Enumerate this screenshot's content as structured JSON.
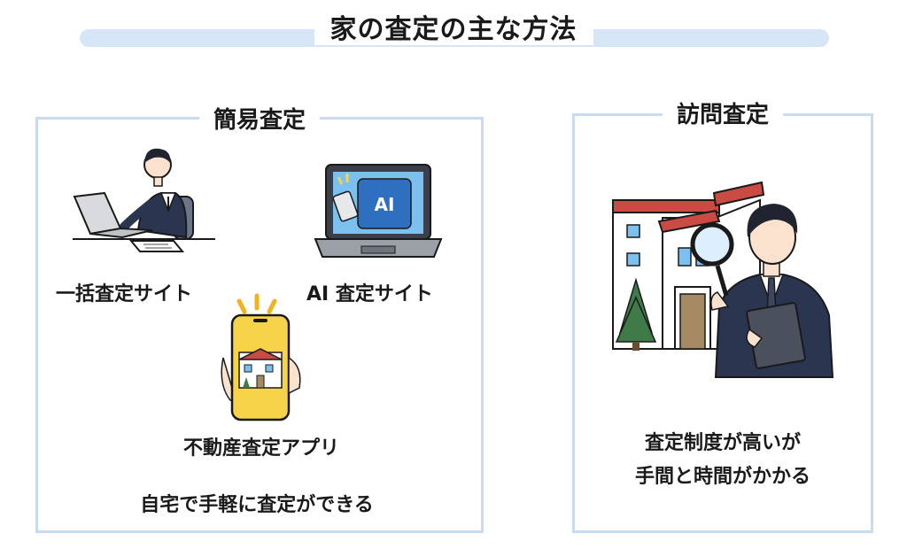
{
  "title": "家の査定の主な方法",
  "simple": {
    "heading": "簡易査定",
    "items": [
      {
        "label": "一括査定サイト",
        "icon": "person-laptop-icon"
      },
      {
        "label": "AI 査定サイト",
        "icon": "ai-laptop-icon",
        "screen_text": "AI"
      },
      {
        "label": "不動産査定アプリ",
        "icon": "smartphone-house-icon"
      }
    ],
    "footer": "自宅で手軽に査定ができる"
  },
  "visit": {
    "heading": "訪問査定",
    "icon": "inspector-house-icon",
    "description_line1": "査定制度が高いが",
    "description_line2": "手間と時間がかかる"
  },
  "colors": {
    "title_band": "#d7e6f6",
    "box_border": "#c7dbf2",
    "suit_navy": "#2a3650",
    "screen_blue": "#3a8ad6",
    "phone_yellow": "#f7d34a",
    "roof_red": "#c94b44"
  }
}
